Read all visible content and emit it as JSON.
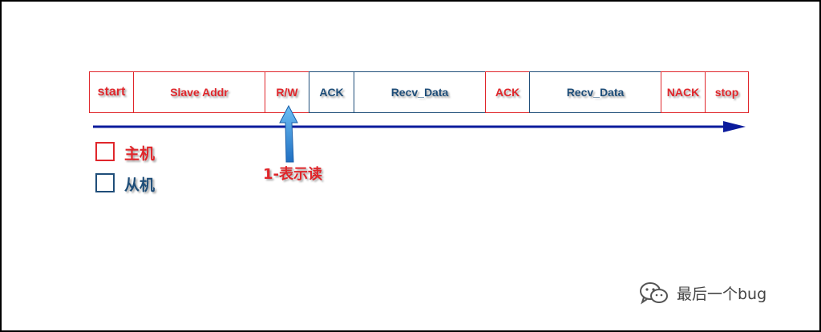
{
  "frames": [
    {
      "label": "start",
      "role": "master"
    },
    {
      "label": "Slave Addr",
      "role": "master"
    },
    {
      "label": "R/W",
      "role": "master"
    },
    {
      "label": "ACK",
      "role": "slave"
    },
    {
      "label": "Recv_Data",
      "role": "slave"
    },
    {
      "label": "ACK",
      "role": "master"
    },
    {
      "label": "Recv_Data",
      "role": "slave"
    },
    {
      "label": "NACK",
      "role": "master"
    },
    {
      "label": "stop",
      "role": "master"
    }
  ],
  "legend": {
    "master": "主机",
    "slave": "从机"
  },
  "annotation": "1-表示读",
  "watermark": "最后一个bug",
  "colors": {
    "master": "#e0262b",
    "slave": "#1f4e79",
    "arrow": "#0b1b9c",
    "callout": "#2f8fd8"
  },
  "icons": {
    "watermark": "wechat-icon"
  }
}
